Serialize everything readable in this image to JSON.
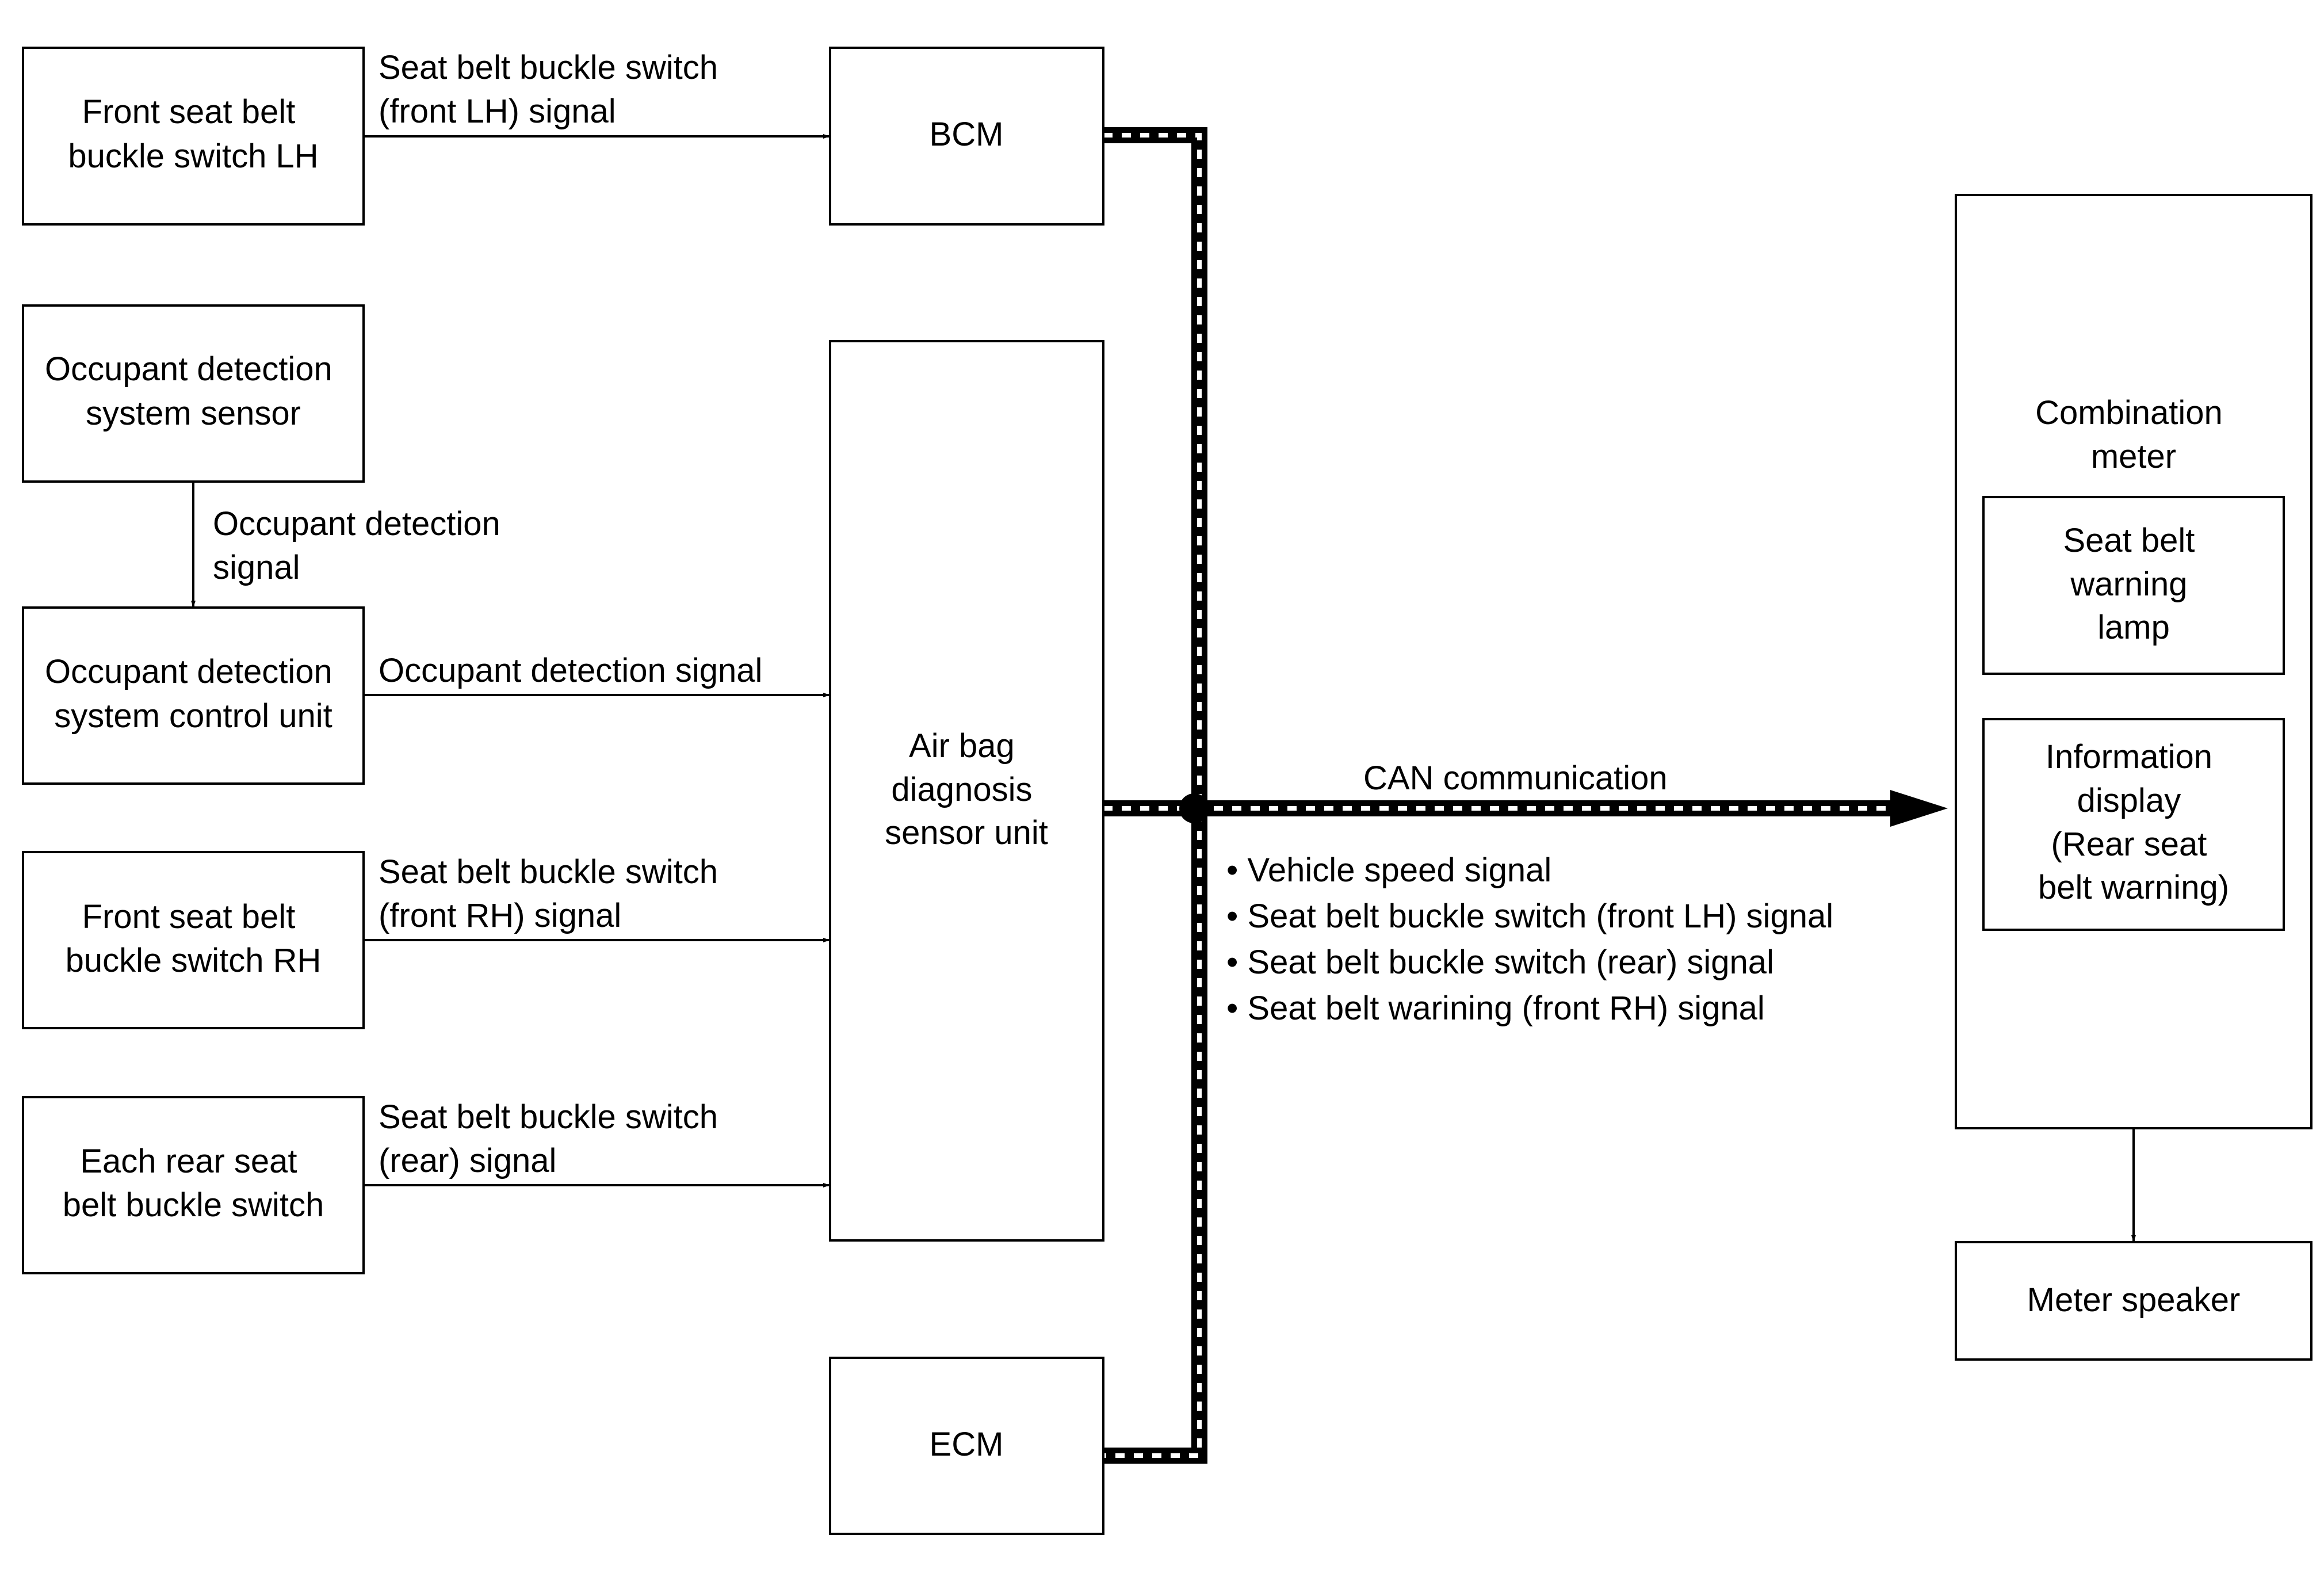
{
  "nodes": {
    "front_lh_switch": [
      "Front seat belt",
      "buckle switch LH"
    ],
    "ods_sensor": [
      "Occupant detection",
      "system sensor"
    ],
    "ods_control_unit": [
      "Occupant detection",
      "system control unit"
    ],
    "front_rh_switch": [
      "Front seat belt",
      "buckle switch RH"
    ],
    "rear_switch": [
      "Each rear seat",
      "belt buckle switch"
    ],
    "bcm": [
      "BCM"
    ],
    "airbag_unit": [
      "Air bag",
      "diagnosis",
      "sensor unit"
    ],
    "ecm": [
      "ECM"
    ],
    "combination_meter": [
      "Combination",
      "meter"
    ],
    "seat_belt_lamp": [
      "Seat belt",
      "warning",
      "lamp"
    ],
    "info_display": [
      "Information",
      "display",
      "(Rear seat",
      "belt warning)"
    ],
    "meter_speaker": [
      "Meter speaker"
    ]
  },
  "edges": {
    "front_lh_signal": [
      "Seat belt buckle switch",
      "(front LH) signal"
    ],
    "occupant_detection_signal_1": [
      "Occupant detection",
      "signal"
    ],
    "occupant_detection_signal_2": [
      "Occupant detection signal"
    ],
    "front_rh_signal": [
      "Seat belt buckle switch",
      "(front RH) signal"
    ],
    "rear_signal": [
      "Seat belt buckle switch",
      "(rear) signal"
    ],
    "can_label": [
      "CAN communication"
    ]
  },
  "can_signals": [
    "• Vehicle speed signal",
    "• Seat belt buckle switch (front LH) signal",
    "• Seat belt buckle switch (rear) signal",
    "• Seat belt warining (front RH) signal"
  ]
}
